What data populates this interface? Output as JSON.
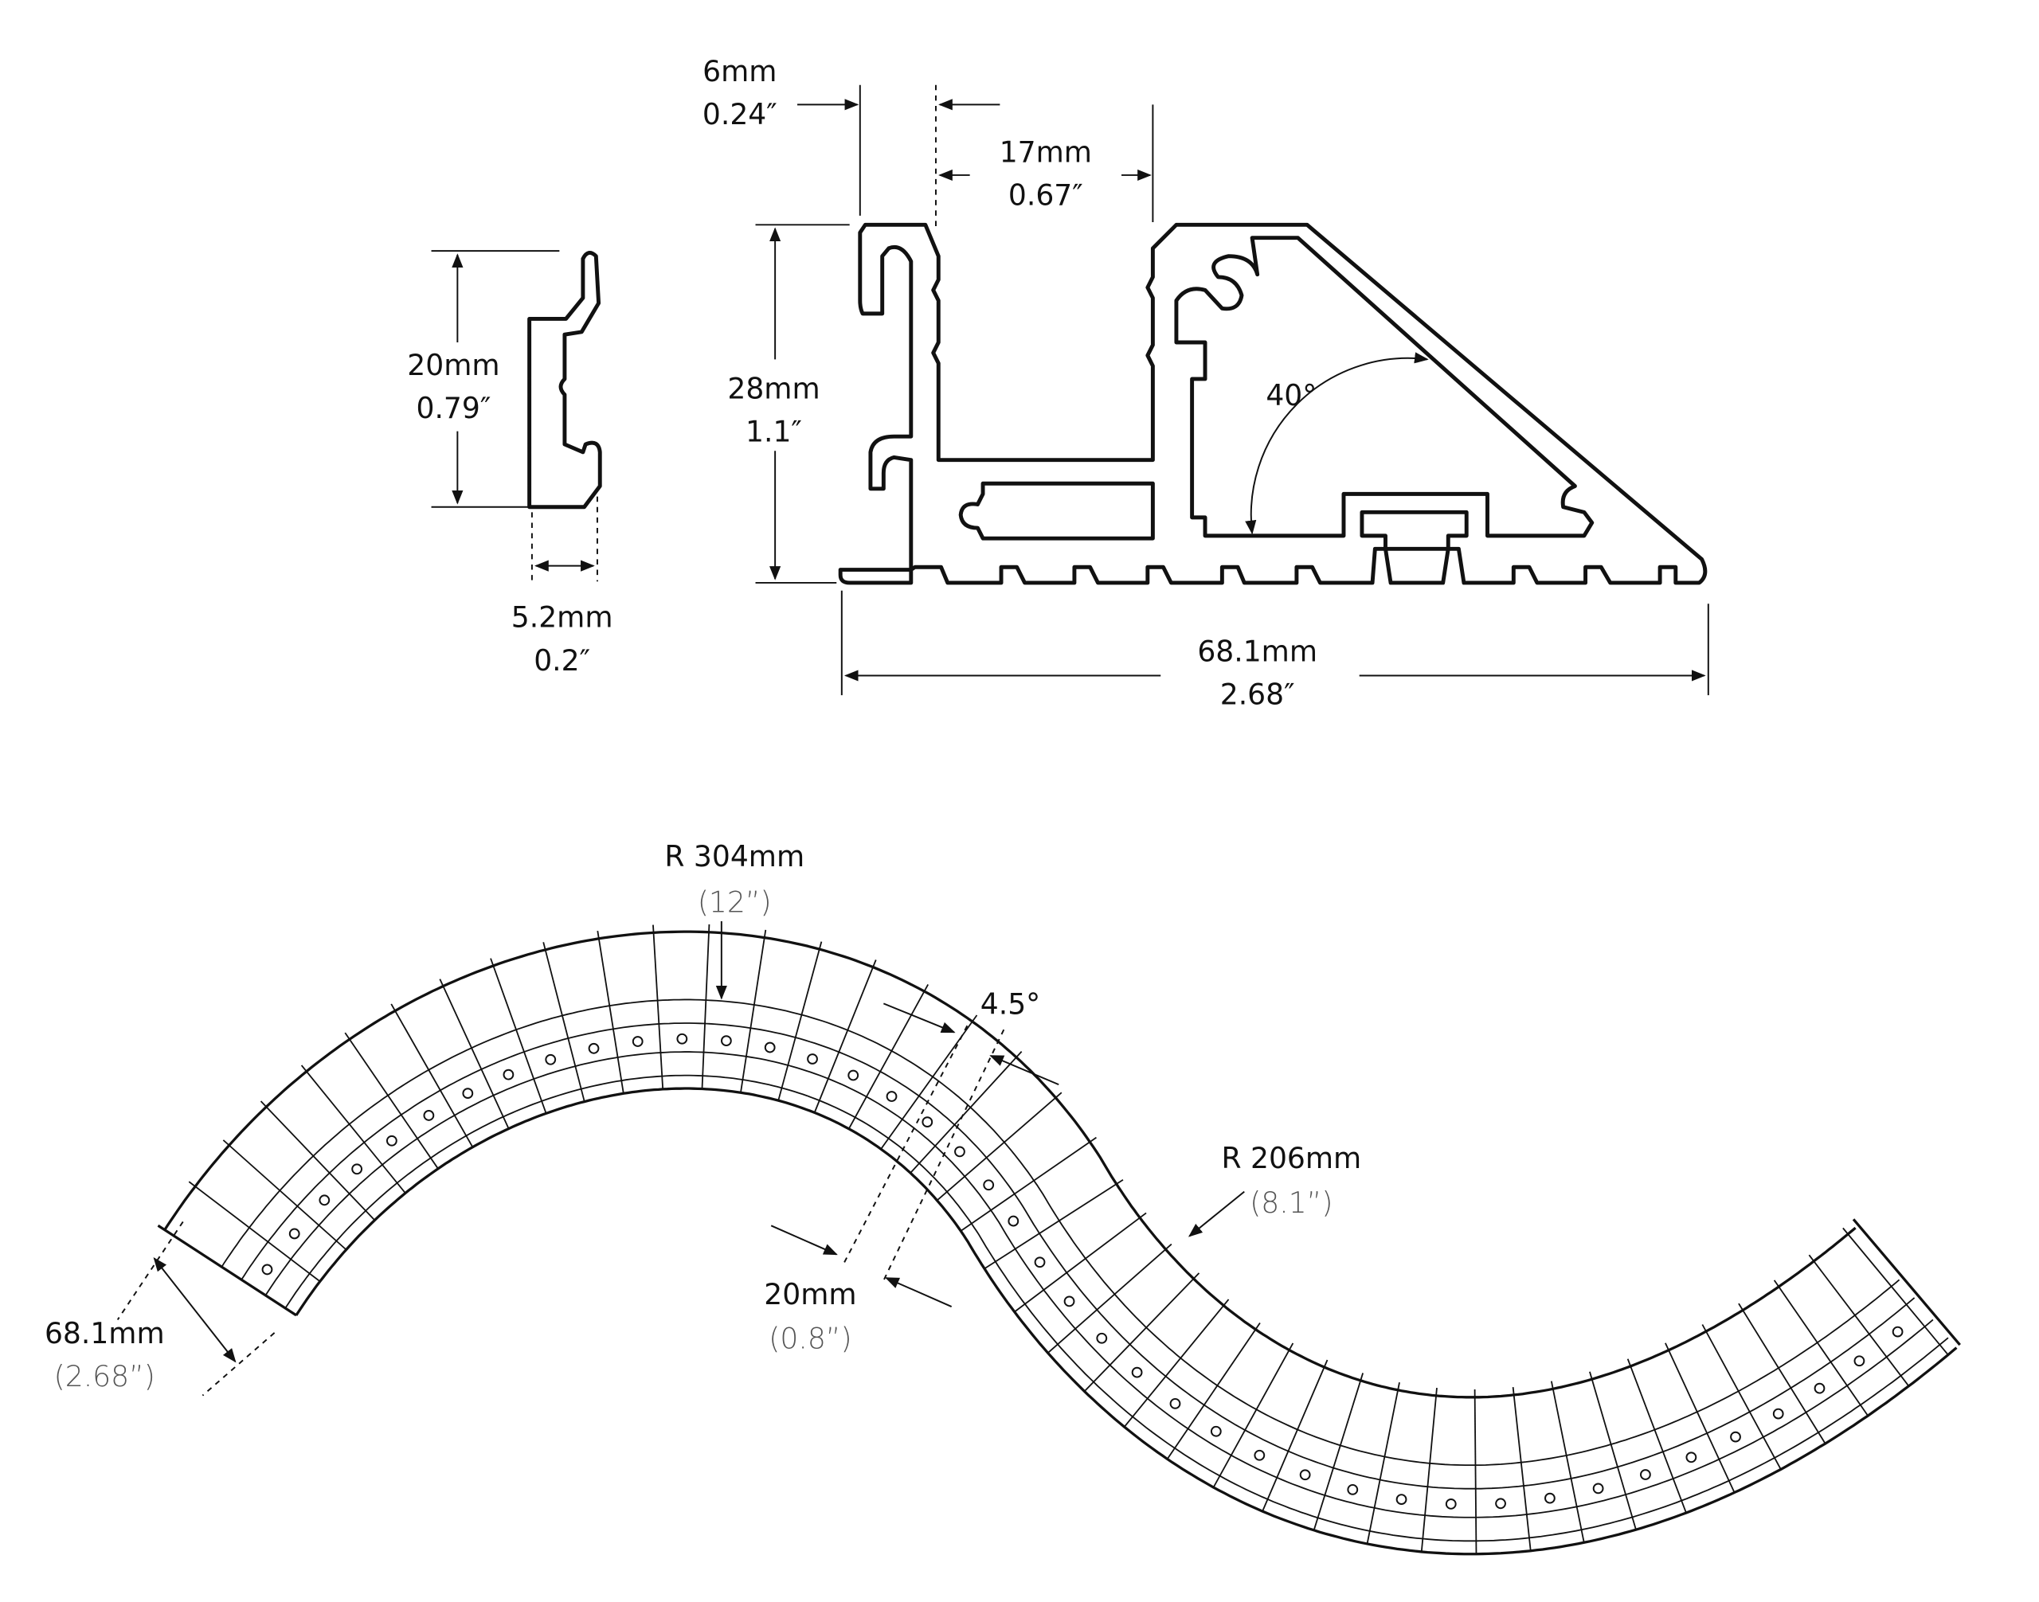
{
  "colors": {
    "line": "#111111",
    "secondary_text": "#555555",
    "background": "#ffffff"
  },
  "profile_dims": {
    "lip_width": {
      "mm": "6mm",
      "in": "0.24″"
    },
    "channel_width": {
      "mm": "17mm",
      "in": "0.67″"
    },
    "height": {
      "mm": "28mm",
      "in": "1.1″"
    },
    "angle": "40°",
    "total_width": {
      "mm": "68.1mm",
      "in": "2.68″"
    }
  },
  "clip_dims": {
    "height": {
      "mm": "20mm",
      "in": "0.79″"
    },
    "width": {
      "mm": "5.2mm",
      "in": "0.2″"
    }
  },
  "bend_dims": {
    "radius_large": {
      "mm": "R 304mm",
      "in": "(12”)"
    },
    "segment_angle": "4.5°",
    "radius_small": {
      "mm": "R 206mm",
      "in": "(8.1”)"
    },
    "segment_pitch": {
      "mm": "20mm",
      "in": "(0.8”)"
    },
    "width": {
      "mm": "68.1mm",
      "in": "(2.68”)"
    }
  }
}
